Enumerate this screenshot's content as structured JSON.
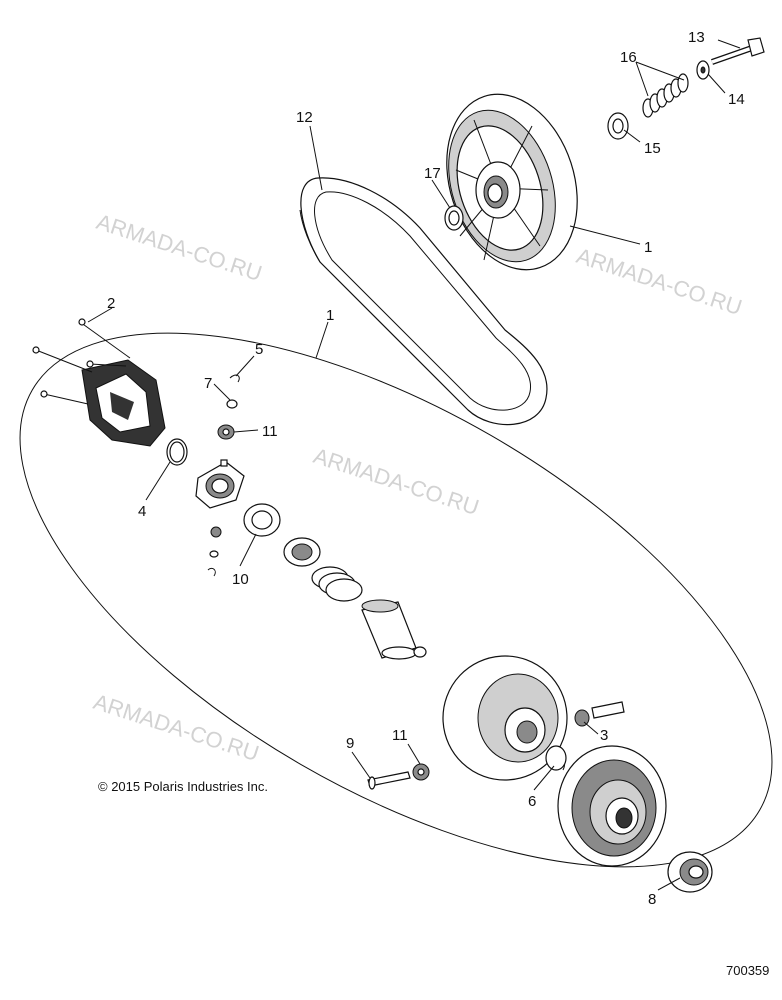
{
  "watermarks": [
    "ARMADA-CO.RU",
    "ARMADA-CO.RU",
    "ARMADA-CO.RU",
    "ARMADA-CO.RU"
  ],
  "copyright": "© 2015 Polaris Industries Inc.",
  "drawing_number": "700359",
  "callouts": {
    "c1a": "1",
    "c1b": "1",
    "c2": "2",
    "c3": "3",
    "c4": "4",
    "c5": "5",
    "c6": "6",
    "c7": "7",
    "c8": "8",
    "c9": "9",
    "c10": "10",
    "c11a": "11",
    "c11b": "11",
    "c12": "12",
    "c13": "13",
    "c14": "14",
    "c15": "15",
    "c16": "16",
    "c17": "17"
  }
}
